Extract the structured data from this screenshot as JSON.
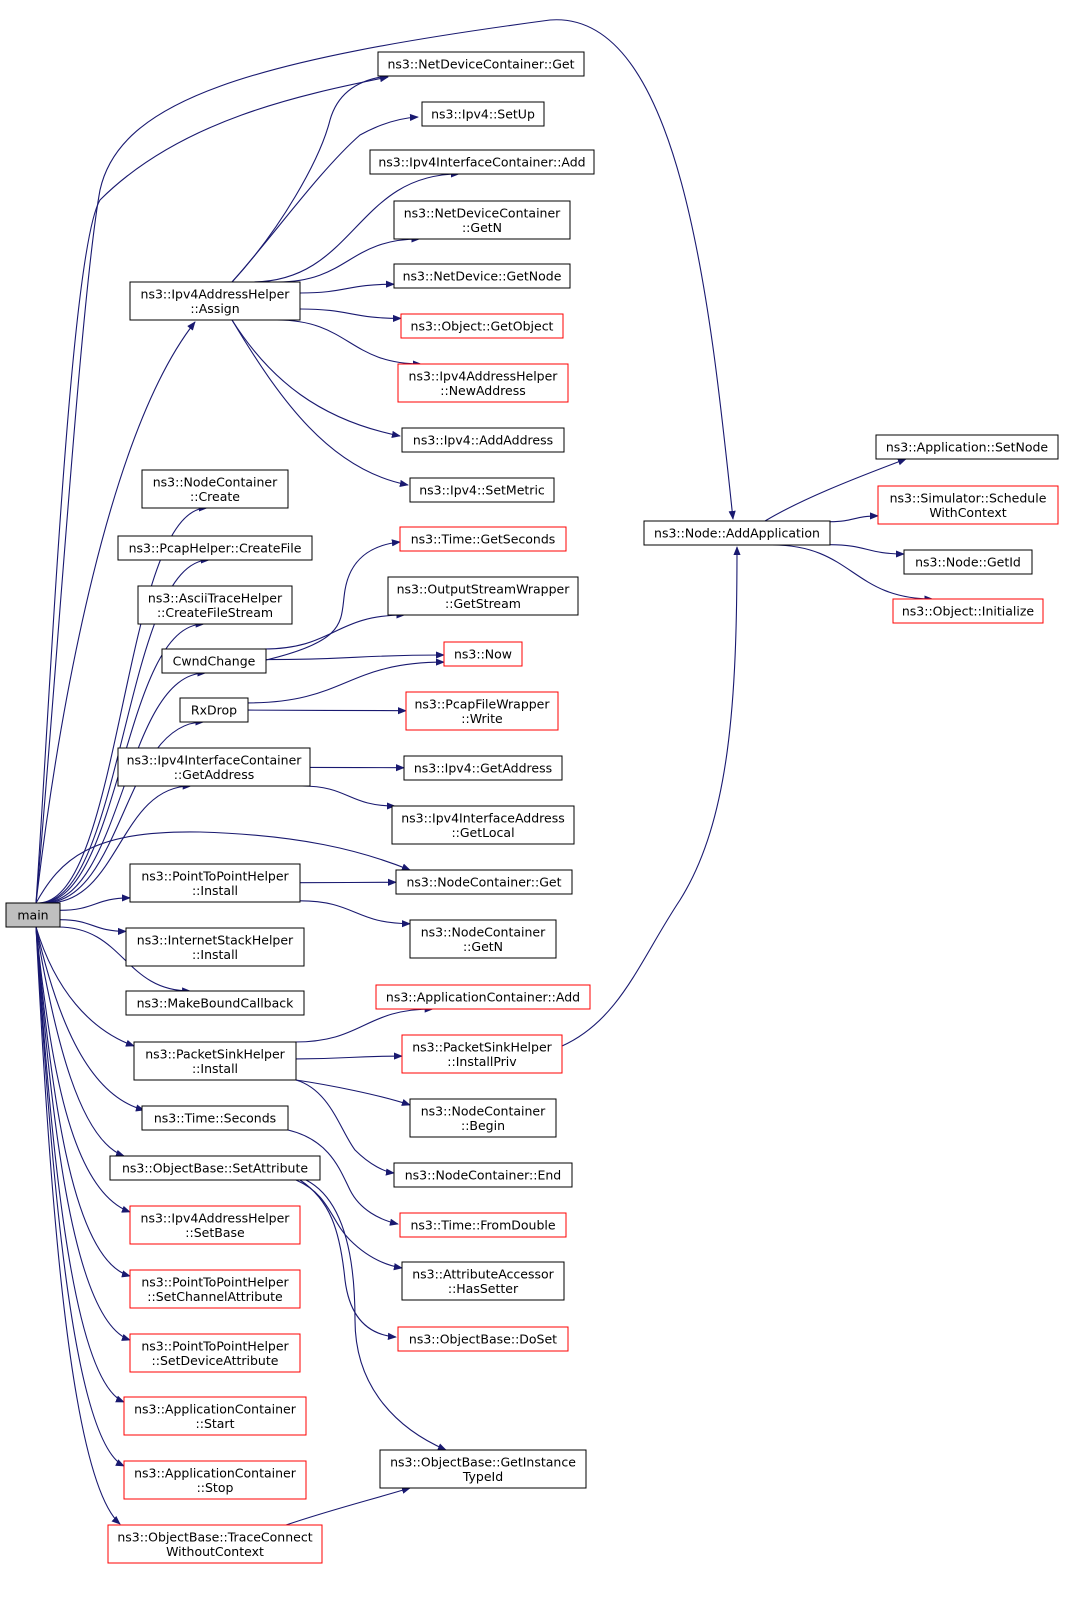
{
  "colors": {
    "edge": "#191970",
    "node_border_normal": "#000000",
    "node_border_truncated": "#ff0000",
    "root_fill": "#bfbfbf",
    "node_fill": "#ffffff"
  },
  "nodes": [
    {
      "id": "main",
      "lines": [
        "main"
      ],
      "style": "root"
    },
    {
      "id": "ndc_get",
      "lines": [
        "ns3::NetDeviceContainer::Get"
      ],
      "style": "normal"
    },
    {
      "id": "ipv4_setup",
      "lines": [
        "ns3::Ipv4::SetUp"
      ],
      "style": "normal"
    },
    {
      "id": "ipv4ic_add",
      "lines": [
        "ns3::Ipv4InterfaceContainer::Add"
      ],
      "style": "normal"
    },
    {
      "id": "ndc_getn",
      "lines": [
        "ns3::NetDeviceContainer",
        "::GetN"
      ],
      "style": "normal"
    },
    {
      "id": "nd_getnode",
      "lines": [
        "ns3::NetDevice::GetNode"
      ],
      "style": "normal"
    },
    {
      "id": "obj_getobject",
      "lines": [
        "ns3::Object::GetObject"
      ],
      "style": "truncated"
    },
    {
      "id": "ipv4ah_newaddr",
      "lines": [
        "ns3::Ipv4AddressHelper",
        "::NewAddress"
      ],
      "style": "truncated"
    },
    {
      "id": "ipv4_addaddr",
      "lines": [
        "ns3::Ipv4::AddAddress"
      ],
      "style": "normal"
    },
    {
      "id": "ipv4_setmetric",
      "lines": [
        "ns3::Ipv4::SetMetric"
      ],
      "style": "normal"
    },
    {
      "id": "ipv4ah_assign",
      "lines": [
        "ns3::Ipv4AddressHelper",
        "::Assign"
      ],
      "style": "normal"
    },
    {
      "id": "nc_create",
      "lines": [
        "ns3::NodeContainer",
        "::Create"
      ],
      "style": "normal"
    },
    {
      "id": "pcap_createfile",
      "lines": [
        "ns3::PcapHelper::CreateFile"
      ],
      "style": "normal"
    },
    {
      "id": "ascii_createfs",
      "lines": [
        "ns3::AsciiTraceHelper",
        "::CreateFileStream"
      ],
      "style": "normal"
    },
    {
      "id": "cwndchange",
      "lines": [
        "CwndChange"
      ],
      "style": "normal"
    },
    {
      "id": "rxdrop",
      "lines": [
        "RxDrop"
      ],
      "style": "normal"
    },
    {
      "id": "ipv4ic_getaddr",
      "lines": [
        "ns3::Ipv4InterfaceContainer",
        "::GetAddress"
      ],
      "style": "normal"
    },
    {
      "id": "p2p_install",
      "lines": [
        "ns3::PointToPointHelper",
        "::Install"
      ],
      "style": "normal"
    },
    {
      "id": "ish_install",
      "lines": [
        "ns3::InternetStackHelper",
        "::Install"
      ],
      "style": "normal"
    },
    {
      "id": "makeboundcb",
      "lines": [
        "ns3::MakeBoundCallback"
      ],
      "style": "normal"
    },
    {
      "id": "psh_install",
      "lines": [
        "ns3::PacketSinkHelper",
        "::Install"
      ],
      "style": "normal"
    },
    {
      "id": "time_seconds",
      "lines": [
        "ns3::Time::Seconds"
      ],
      "style": "normal"
    },
    {
      "id": "ob_setattr",
      "lines": [
        "ns3::ObjectBase::SetAttribute"
      ],
      "style": "normal"
    },
    {
      "id": "ipv4ah_setbase",
      "lines": [
        "ns3::Ipv4AddressHelper",
        "::SetBase"
      ],
      "style": "truncated"
    },
    {
      "id": "p2p_setchanattr",
      "lines": [
        "ns3::PointToPointHelper",
        "::SetChannelAttribute"
      ],
      "style": "truncated"
    },
    {
      "id": "p2p_setdevattr",
      "lines": [
        "ns3::PointToPointHelper",
        "::SetDeviceAttribute"
      ],
      "style": "truncated"
    },
    {
      "id": "ac_start",
      "lines": [
        "ns3::ApplicationContainer",
        "::Start"
      ],
      "style": "truncated"
    },
    {
      "id": "ac_stop",
      "lines": [
        "ns3::ApplicationContainer",
        "::Stop"
      ],
      "style": "truncated"
    },
    {
      "id": "ob_traceconnect",
      "lines": [
        "ns3::ObjectBase::TraceConnect",
        "WithoutContext"
      ],
      "style": "truncated"
    },
    {
      "id": "time_getseconds",
      "lines": [
        "ns3::Time::GetSeconds"
      ],
      "style": "truncated"
    },
    {
      "id": "osw_getstream",
      "lines": [
        "ns3::OutputStreamWrapper",
        "::GetStream"
      ],
      "style": "normal"
    },
    {
      "id": "now",
      "lines": [
        "ns3::Now"
      ],
      "style": "truncated"
    },
    {
      "id": "pcapfw_write",
      "lines": [
        "ns3::PcapFileWrapper",
        "::Write"
      ],
      "style": "truncated"
    },
    {
      "id": "ipv4_getaddr",
      "lines": [
        "ns3::Ipv4::GetAddress"
      ],
      "style": "normal"
    },
    {
      "id": "ipv4ia_getlocal",
      "lines": [
        "ns3::Ipv4InterfaceAddress",
        "::GetLocal"
      ],
      "style": "normal"
    },
    {
      "id": "nc_get",
      "lines": [
        "ns3::NodeContainer::Get"
      ],
      "style": "normal"
    },
    {
      "id": "nc_getn",
      "lines": [
        "ns3::NodeContainer",
        "::GetN"
      ],
      "style": "normal"
    },
    {
      "id": "ac_add",
      "lines": [
        "ns3::ApplicationContainer::Add"
      ],
      "style": "truncated"
    },
    {
      "id": "psh_installpriv",
      "lines": [
        "ns3::PacketSinkHelper",
        "::InstallPriv"
      ],
      "style": "truncated"
    },
    {
      "id": "nc_begin",
      "lines": [
        "ns3::NodeContainer",
        "::Begin"
      ],
      "style": "normal"
    },
    {
      "id": "nc_end",
      "lines": [
        "ns3::NodeContainer::End"
      ],
      "style": "normal"
    },
    {
      "id": "time_fromdouble",
      "lines": [
        "ns3::Time::FromDouble"
      ],
      "style": "truncated"
    },
    {
      "id": "aa_hassetter",
      "lines": [
        "ns3::AttributeAccessor",
        "::HasSetter"
      ],
      "style": "normal"
    },
    {
      "id": "ob_doset",
      "lines": [
        "ns3::ObjectBase::DoSet"
      ],
      "style": "truncated"
    },
    {
      "id": "ob_getinsttypeid",
      "lines": [
        "ns3::ObjectBase::GetInstance",
        "TypeId"
      ],
      "style": "normal"
    },
    {
      "id": "node_addapp",
      "lines": [
        "ns3::Node::AddApplication"
      ],
      "style": "normal"
    },
    {
      "id": "app_setnode",
      "lines": [
        "ns3::Application::SetNode"
      ],
      "style": "normal"
    },
    {
      "id": "sim_schedwctx",
      "lines": [
        "ns3::Simulator::Schedule",
        "WithContext"
      ],
      "style": "truncated"
    },
    {
      "id": "node_getid",
      "lines": [
        "ns3::Node::GetId"
      ],
      "style": "normal"
    },
    {
      "id": "obj_initialize",
      "lines": [
        "ns3::Object::Initialize"
      ],
      "style": "truncated"
    }
  ],
  "edges": [
    [
      "main",
      "ndc_get"
    ],
    [
      "main",
      "node_addapp"
    ],
    [
      "main",
      "ipv4ah_assign"
    ],
    [
      "main",
      "nc_create"
    ],
    [
      "main",
      "pcap_createfile"
    ],
    [
      "main",
      "ascii_createfs"
    ],
    [
      "main",
      "cwndchange"
    ],
    [
      "main",
      "rxdrop"
    ],
    [
      "main",
      "ipv4ic_getaddr"
    ],
    [
      "main",
      "nc_get"
    ],
    [
      "main",
      "p2p_install"
    ],
    [
      "main",
      "ish_install"
    ],
    [
      "main",
      "makeboundcb"
    ],
    [
      "main",
      "psh_install"
    ],
    [
      "main",
      "time_seconds"
    ],
    [
      "main",
      "ob_setattr"
    ],
    [
      "main",
      "ipv4ah_setbase"
    ],
    [
      "main",
      "p2p_setchanattr"
    ],
    [
      "main",
      "p2p_setdevattr"
    ],
    [
      "main",
      "ac_start"
    ],
    [
      "main",
      "ac_stop"
    ],
    [
      "main",
      "ob_traceconnect"
    ],
    [
      "ipv4ah_assign",
      "ndc_get"
    ],
    [
      "ipv4ah_assign",
      "ipv4_setup"
    ],
    [
      "ipv4ah_assign",
      "ipv4ic_add"
    ],
    [
      "ipv4ah_assign",
      "ndc_getn"
    ],
    [
      "ipv4ah_assign",
      "nd_getnode"
    ],
    [
      "ipv4ah_assign",
      "obj_getobject"
    ],
    [
      "ipv4ah_assign",
      "ipv4ah_newaddr"
    ],
    [
      "ipv4ah_assign",
      "ipv4_addaddr"
    ],
    [
      "ipv4ah_assign",
      "ipv4_setmetric"
    ],
    [
      "cwndchange",
      "time_getseconds"
    ],
    [
      "cwndchange",
      "osw_getstream"
    ],
    [
      "cwndchange",
      "now"
    ],
    [
      "rxdrop",
      "now"
    ],
    [
      "rxdrop",
      "pcapfw_write"
    ],
    [
      "ipv4ic_getaddr",
      "ipv4_getaddr"
    ],
    [
      "ipv4ic_getaddr",
      "ipv4ia_getlocal"
    ],
    [
      "p2p_install",
      "nc_get"
    ],
    [
      "p2p_install",
      "nc_getn"
    ],
    [
      "psh_install",
      "ac_add"
    ],
    [
      "psh_install",
      "psh_installpriv"
    ],
    [
      "psh_install",
      "nc_begin"
    ],
    [
      "psh_install",
      "nc_end"
    ],
    [
      "psh_installpriv",
      "node_addapp"
    ],
    [
      "time_seconds",
      "time_fromdouble"
    ],
    [
      "ob_setattr",
      "aa_hassetter"
    ],
    [
      "ob_setattr",
      "ob_doset"
    ],
    [
      "ob_setattr",
      "ob_getinsttypeid"
    ],
    [
      "ob_traceconnect",
      "ob_getinsttypeid"
    ],
    [
      "node_addapp",
      "app_setnode"
    ],
    [
      "node_addapp",
      "sim_schedwctx"
    ],
    [
      "node_addapp",
      "node_getid"
    ],
    [
      "node_addapp",
      "obj_initialize"
    ]
  ]
}
